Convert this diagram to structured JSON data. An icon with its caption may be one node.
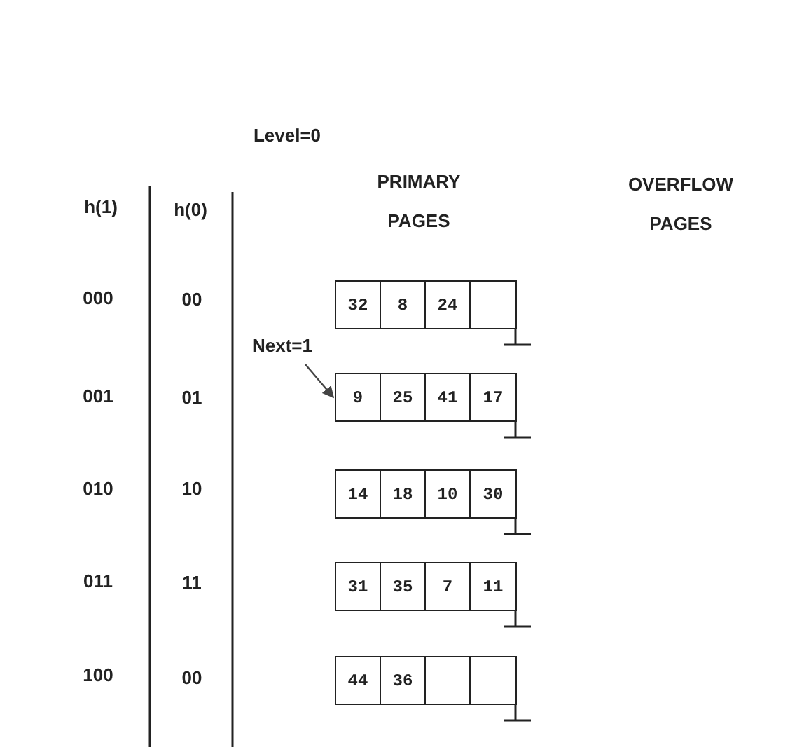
{
  "diagram": {
    "nodes": [
      {
        "text": [
          "32",
          "8",
          "24"
        ]
      },
      {
        "text": [
          "Next=1"
        ]
      },
      {
        "text": [
          "9",
          "25",
          "41",
          "17"
        ]
      },
      {
        "text": [
          "14",
          "18",
          "10",
          "30"
        ]
      },
      {
        "text": [
          "31",
          "35",
          "7",
          "11"
        ]
      },
      {
        "text": [
          "44",
          "36"
        ]
      }
    ],
    "edges": [
      {
        "from": 1,
        "to": 2,
        "arrow": "to"
      }
    ],
    "labels": [
      "Level=0",
      "h(1)",
      "h(0)",
      "PRIMARY PAGES",
      "OVERFLOW PAGES",
      "000",
      "00",
      "001",
      "01",
      "010",
      "10",
      "011",
      "11",
      "100",
      "00"
    ]
  }
}
